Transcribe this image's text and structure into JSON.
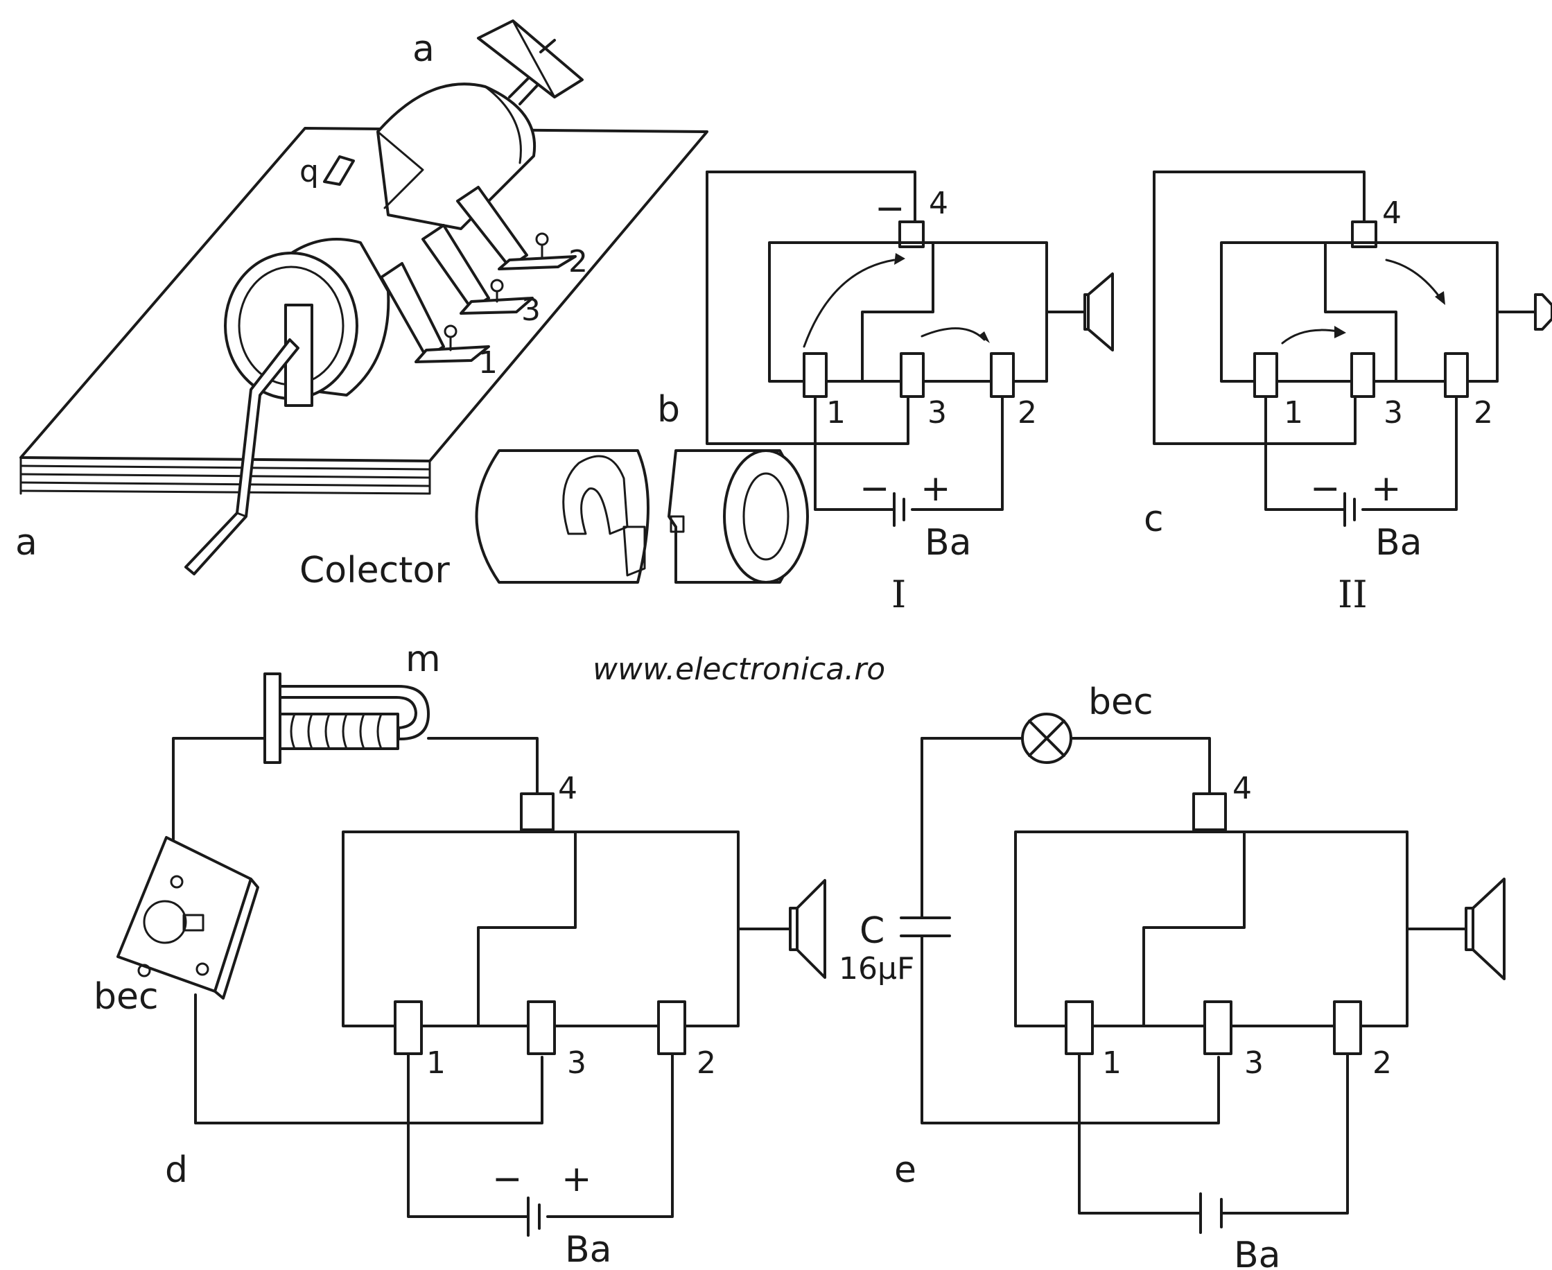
{
  "watermark": "www.electronica.ro",
  "panels": {
    "a": {
      "letter": "a",
      "part_label": "a",
      "q_label": "q",
      "terminals": [
        "1",
        "3",
        "2"
      ],
      "collector_label": "Colector"
    },
    "b": {
      "letter": "b",
      "minus_top": "−",
      "brush4": "4",
      "terminals": [
        "1",
        "3",
        "2"
      ],
      "battery": "Ba",
      "bat_minus": "−",
      "bat_plus": "+",
      "roman": "I"
    },
    "c": {
      "letter": "c",
      "brush4": "4",
      "terminals": [
        "1",
        "3",
        "2"
      ],
      "battery": "Ba",
      "bat_minus": "−",
      "bat_plus": "+",
      "roman": "II"
    },
    "d": {
      "letter": "d",
      "motor": "m",
      "lamp": "bec",
      "brush4": "4",
      "terminals": [
        "1",
        "3",
        "2"
      ],
      "battery": "Ba",
      "bat_minus": "−",
      "bat_plus": "+"
    },
    "e": {
      "letter": "e",
      "lamp": "bec",
      "cap_name": "C",
      "cap_value": "16μF",
      "brush4": "4",
      "terminals": [
        "1",
        "3",
        "2"
      ],
      "battery": "Ba"
    }
  }
}
